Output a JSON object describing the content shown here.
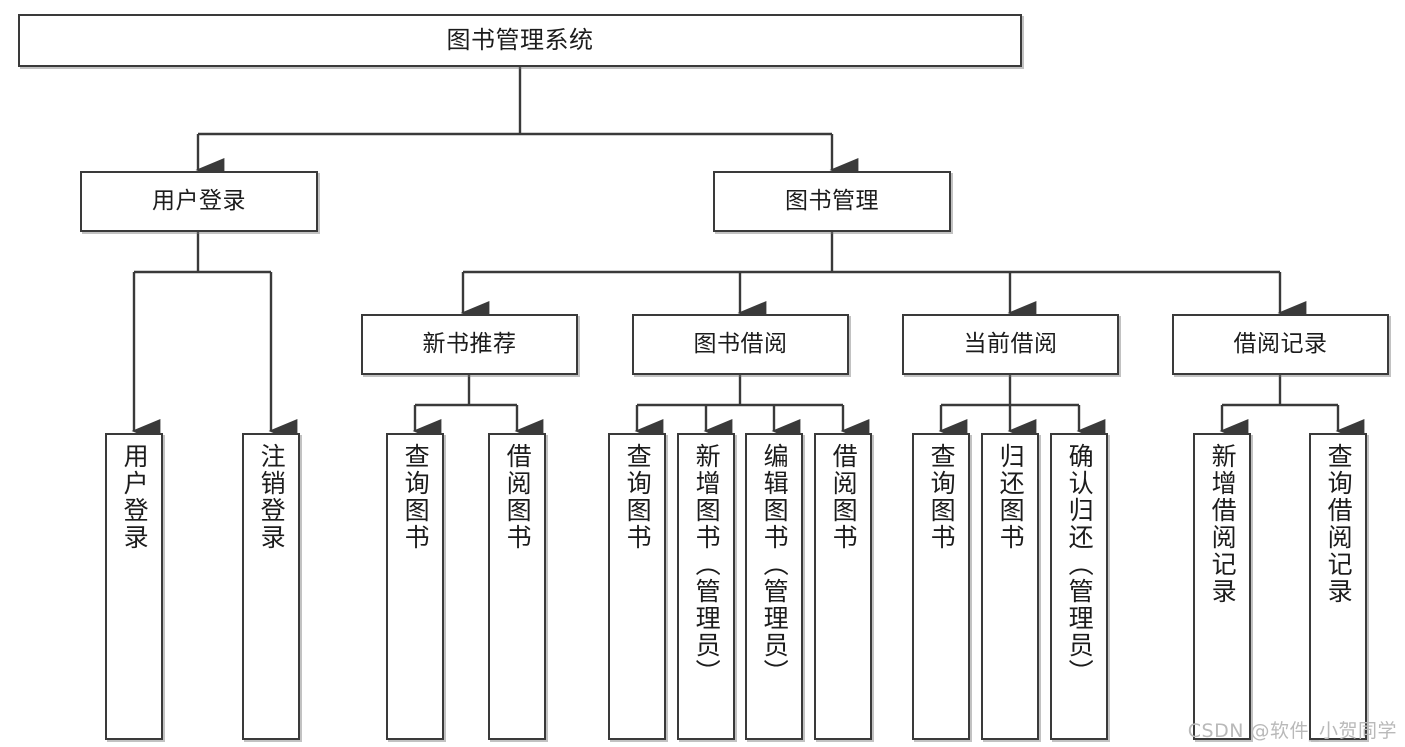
{
  "diagram": {
    "title": "图书管理系统",
    "type": "tree-hierarchy",
    "watermark": "CSDN @软件_小贺同学",
    "colors": {
      "background": "#ffffff",
      "node_border": "#3a3a3a",
      "node_fill": "#ffffff",
      "edge": "#3a3a3a",
      "text": "#1c1c1c",
      "watermark": "#b9b9b9"
    }
  },
  "nodes": {
    "root": {
      "label": "图书管理系统"
    },
    "level2": [
      {
        "label": "用户登录"
      },
      {
        "label": "图书管理"
      }
    ],
    "level3": [
      {
        "label": "新书推荐"
      },
      {
        "label": "图书借阅"
      },
      {
        "label": "当前借阅"
      },
      {
        "label": "借阅记录"
      }
    ],
    "leaves": {
      "user_login": [
        {
          "label": "用户登录"
        },
        {
          "label": "注销登录"
        }
      ],
      "new_book_recommend": [
        {
          "label": "查询图书"
        },
        {
          "label": "借阅图书"
        }
      ],
      "book_borrow": [
        {
          "label": "查询图书"
        },
        {
          "label": "新增图书（管理员）"
        },
        {
          "label": "编辑图书（管理员）"
        },
        {
          "label": "借阅图书"
        }
      ],
      "current_borrow": [
        {
          "label": "查询图书"
        },
        {
          "label": "归还图书"
        },
        {
          "label": "确认归还（管理员）"
        }
      ],
      "borrow_record": [
        {
          "label": "新增借阅记录"
        },
        {
          "label": "查询借阅记录"
        }
      ]
    }
  }
}
